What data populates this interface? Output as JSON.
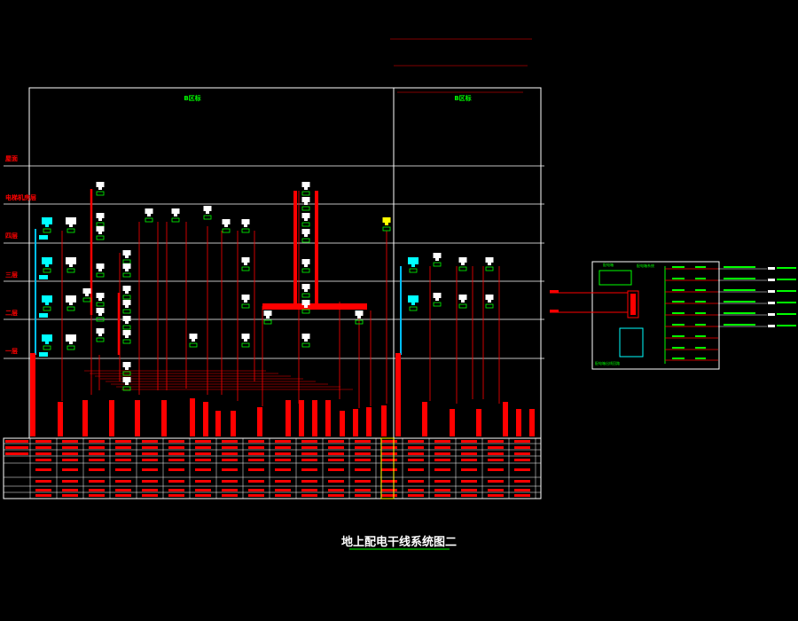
{
  "diagram": {
    "title": "地上配电干线系统图二",
    "zone_labels": [
      "B区标",
      "B区标"
    ],
    "floor_labels": [
      "屋面",
      "电梯机房层",
      "四层",
      "三层",
      "二层",
      "一层"
    ],
    "colors": {
      "background": "#000000",
      "frame": "#ffffff",
      "feeder": "#ff0000",
      "riser_cyan": "#00bfff",
      "panel_cyan": "#00ffff",
      "panel_white": "#ffffff",
      "panel_green": "#00ff00",
      "panel_yellow": "#ffff00",
      "zone_label": "#00ff00",
      "floor_label": "#ff0000",
      "title": "#ffffff",
      "title_underline": "#00ff00"
    }
  },
  "detail": {
    "header": "配电箱",
    "bus_label": "配电箱系统",
    "footer": "配电箱出线回路"
  }
}
